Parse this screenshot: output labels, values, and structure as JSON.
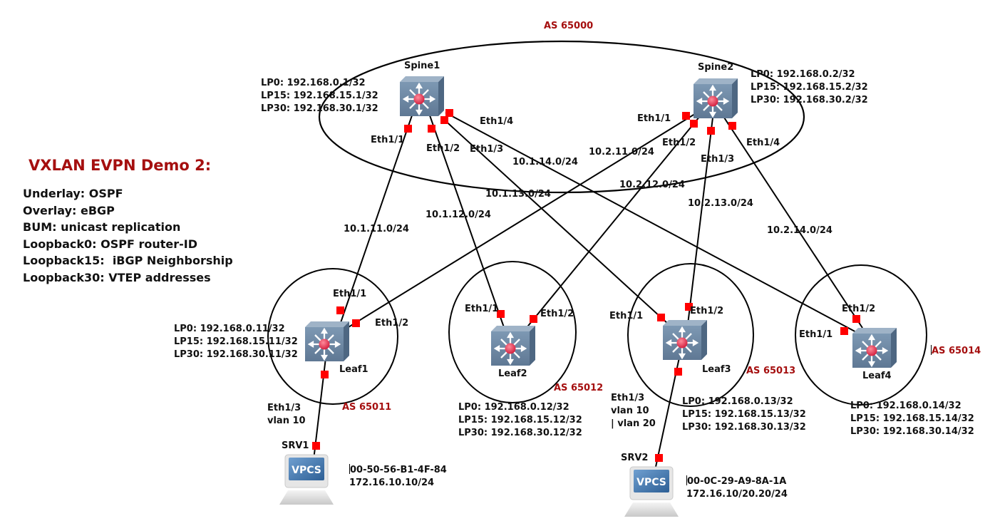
{
  "title": "VXLAN EVPN Demo 2:",
  "notes": [
    "Underlay: OSPF",
    "Overlay: eBGP",
    "BUM: unicast replication",
    "Loopback0: OSPF router-ID",
    "Loopback15:  iBGP Neighborship",
    "Loopback30: VTEP addresses"
  ],
  "colors": {
    "accent": "#a50f0f",
    "port": "#ff0000",
    "switch_body": "#6f8aa6",
    "line": "#000000"
  },
  "spine_as": "AS 65000",
  "spines": [
    {
      "name": "Spine1",
      "lp0": "LP0: 192.168.0.1/32",
      "lp15": "LP15: 192.168.15.1/32",
      "lp30": "LP30: 192.168.30.1/32",
      "ports": [
        "Eth1/1",
        "Eth1/2",
        "Eth1/3",
        "Eth1/4"
      ]
    },
    {
      "name": "Spine2",
      "lp0": "LP0: 192.168.0.2/32",
      "lp15": "LP15: 192.168.15.2/32",
      "lp30": "LP30: 192.168.30.2/32",
      "ports": [
        "Eth1/1",
        "Eth1/2",
        "Eth1/3",
        "Eth1/4"
      ]
    }
  ],
  "leaves": [
    {
      "name": "Leaf1",
      "as": "AS 65011",
      "lp0": "LP0: 192.168.0.11/32",
      "lp15": "LP15: 192.168.15.11/32",
      "lp30": "LP30: 192.168.30.11/32",
      "ports": [
        "Eth1/1",
        "Eth1/2"
      ],
      "host_port": "Eth1/3",
      "vlan": "vlan 10"
    },
    {
      "name": "Leaf2",
      "as": "AS 65012",
      "lp0": "LP0: 192.168.0.12/32",
      "lp15": "LP15: 192.168.15.12/32",
      "lp30": "LP30: 192.168.30.12/32",
      "ports": [
        "Eth1/1",
        "Eth1/2"
      ]
    },
    {
      "name": "Leaf3",
      "as": "AS 65013",
      "lp0": "LP0: 192.168.0.13/32",
      "lp15": "LP15: 192.168.15.13/32",
      "lp30": "LP30: 192.168.30.13/32",
      "ports": [
        "Eth1/1",
        "Eth1/2"
      ],
      "host_port": "Eth1/3",
      "vlan": "vlan 10",
      "vlan2": "| vlan 20"
    },
    {
      "name": "Leaf4",
      "as": "AS 65014",
      "lp0": "LP0: 192.168.0.14/32",
      "lp15": "LP15: 192.168.15.14/32",
      "lp30": "LP30: 192.168.30.14/32",
      "ports": [
        "Eth1/1",
        "Eth1/2"
      ]
    }
  ],
  "links": [
    {
      "subnet": "10.1.11.0/24",
      "from": "Spine1 Eth1/1",
      "to": "Leaf1 Eth1/1"
    },
    {
      "subnet": "10.1.12.0/24",
      "from": "Spine1 Eth1/2",
      "to": "Leaf2 Eth1/1"
    },
    {
      "subnet": "10.1.13.0/24",
      "from": "Spine1 Eth1/3",
      "to": "Leaf3 Eth1/1"
    },
    {
      "subnet": "10.1.14.0/24",
      "from": "Spine1 Eth1/4",
      "to": "Leaf4 Eth1/1"
    },
    {
      "subnet": "10.2.11.0/24",
      "from": "Spine2 Eth1/1",
      "to": "Leaf1 Eth1/2"
    },
    {
      "subnet": "10.2.12.0/24",
      "from": "Spine2 Eth1/2",
      "to": "Leaf2 Eth1/2"
    },
    {
      "subnet": "10.2.13.0/24",
      "from": "Spine2 Eth1/3",
      "to": "Leaf3 Eth1/2"
    },
    {
      "subnet": "10.2.14.0/24",
      "from": "Spine2 Eth1/4",
      "to": "Leaf4 Eth1/2"
    }
  ],
  "hosts": [
    {
      "name": "SRV1",
      "badge": "VPCS",
      "mac": "00-50-56-B1-4F-84",
      "ip": "172.16.10.10/24"
    },
    {
      "name": "SRV2",
      "badge": "VPCS",
      "mac": "00-0C-29-A9-8A-1A",
      "ip": "172.16.10/20.20/24"
    }
  ]
}
